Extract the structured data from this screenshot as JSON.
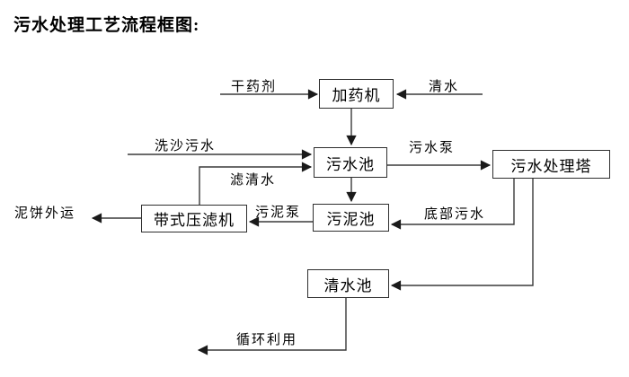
{
  "title": "污水处理工艺流程框图:",
  "nodes": {
    "dosing_machine": "加药机",
    "sewage_pool": "污水池",
    "treatment_tower": "污水处理塔",
    "sludge_pool": "污泥池",
    "belt_filter_press": "带式压滤机",
    "clear_water_pool": "清水池"
  },
  "edge_labels": {
    "dry_chemical": "干药剂",
    "clear_water": "清水",
    "sand_washing_sewage": "洗沙污水",
    "sewage_pump": "污水泵",
    "filtered_water": "滤清水",
    "sludge_pump": "污泥泵",
    "bottom_sewage": "底部污水",
    "mud_cake_out": "泥饼外运",
    "recycling": "循环利用"
  },
  "colors": {
    "line": "#3a3a3a",
    "box_border": "#2e2e2e",
    "text": "#000000",
    "background": "#ffffff"
  }
}
